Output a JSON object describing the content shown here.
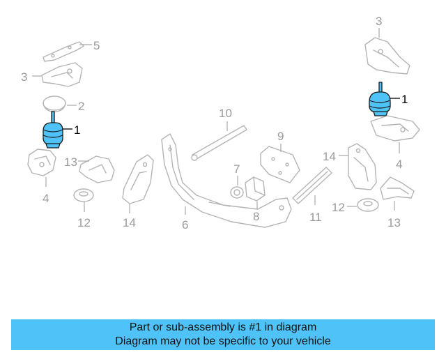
{
  "diagram": {
    "labels": {
      "p1_left": "1",
      "p1_right": "1",
      "p2": "2",
      "p3_left": "3",
      "p3_right": "3",
      "p4_left": "4",
      "p4_right": "4",
      "p5": "5",
      "p6": "6",
      "p7": "7",
      "p8": "8",
      "p9": "9",
      "p10": "10",
      "p11": "11",
      "p12_left": "12",
      "p12_right": "12",
      "p13_left": "13",
      "p13_right": "13",
      "p14_left": "14",
      "p14_right": "14"
    },
    "highlight_color": "#4fc3f7",
    "part_color": "#b4b4b4"
  },
  "banner": {
    "line1": "Part or sub-assembly is #1 in diagram",
    "line2": "Diagram may not be specific to your vehicle"
  }
}
